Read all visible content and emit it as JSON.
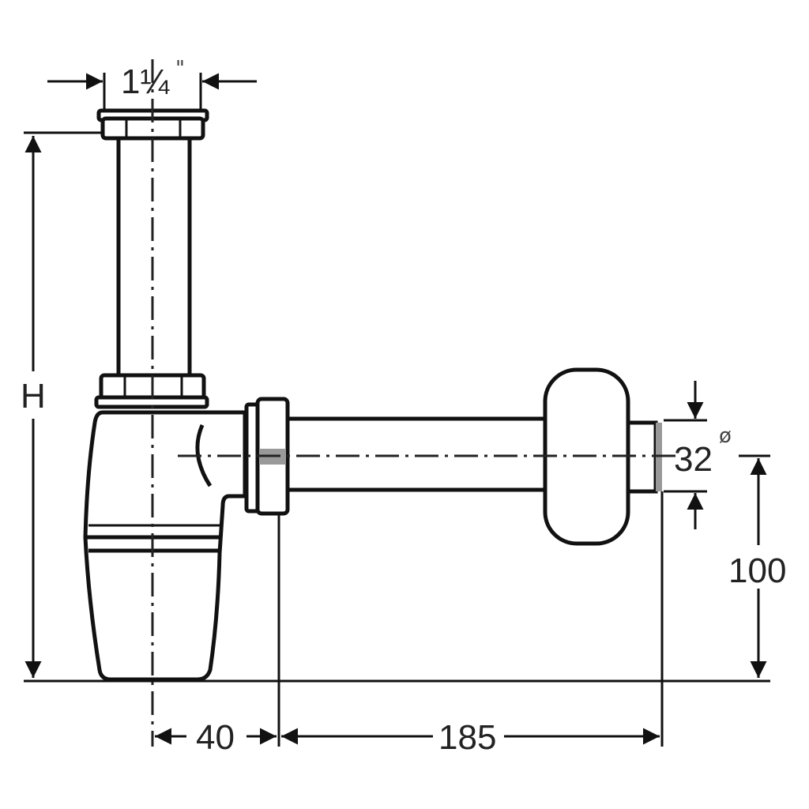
{
  "title": "Bottle trap dimension drawing",
  "dimensions": {
    "inlet_size": "1¼",
    "inlet_unit": "\"",
    "height": "H",
    "outlet_diameter": "32",
    "diameter_symbol": "ø",
    "outlet_height": "100",
    "axis_offset": "40",
    "outlet_length": "185"
  }
}
